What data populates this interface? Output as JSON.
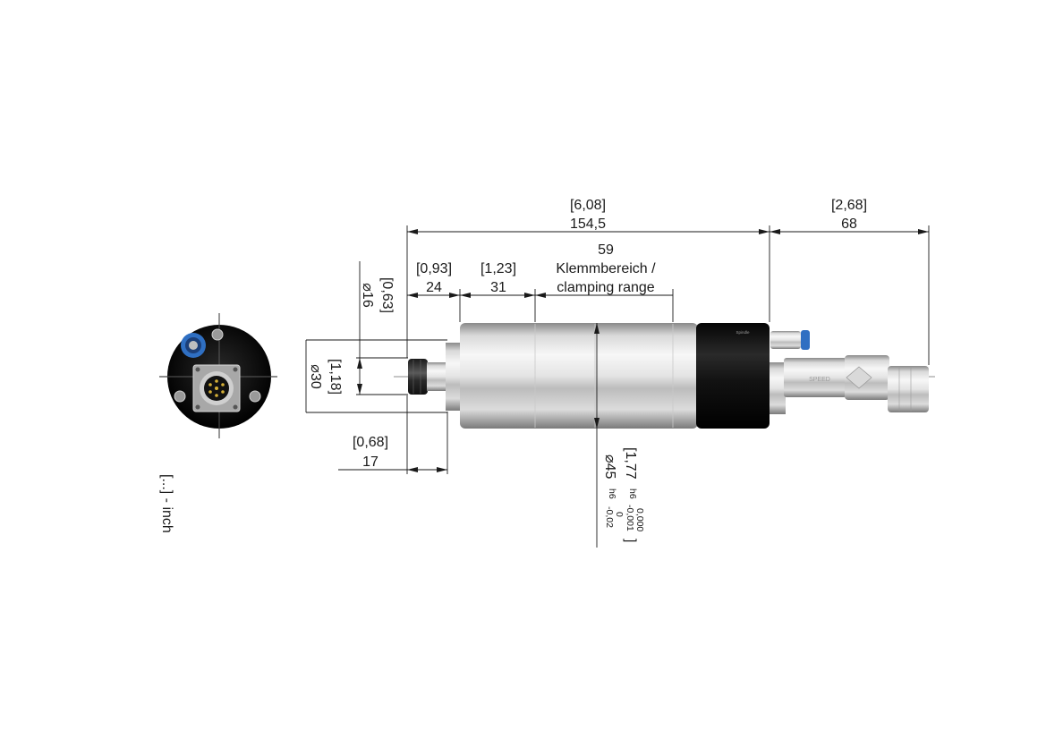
{
  "dimensions": {
    "overall_length": {
      "inch": "[6,08]",
      "mm": "154,5"
    },
    "connector_length": {
      "inch": "[2,68]",
      "mm": "68"
    },
    "nose_length": {
      "inch": "[0,93]",
      "mm": "24"
    },
    "collar_length": {
      "inch": "[1,23]",
      "mm": "31"
    },
    "clamping_range": {
      "mm": "59",
      "label_de": "Klemmbereich /",
      "label_en": "clamping range"
    },
    "collet_diameter": {
      "inch": "[0,63]",
      "mm": "⌀16"
    },
    "nose_diameter": {
      "inch": "[1,18]",
      "mm": "⌀30"
    },
    "front_offset": {
      "inch": "[0,68]",
      "mm": "17"
    },
    "body_diameter": {
      "inch": "[1,77",
      "inch_tol_tag": "h6",
      "inch_tol_upper": "0,000",
      "inch_tol_lower": "-0,001",
      "inch_close": "]",
      "mm": "⌀45",
      "mm_tol_tag": "h6",
      "mm_tol_upper": "0",
      "mm_tol_lower": "-0,02"
    }
  },
  "legend": {
    "unit_note": "[...] - inch"
  },
  "colors": {
    "line": "#1a1a1a",
    "steel_light": "#f2f2f2",
    "steel_mid": "#bdbdbd",
    "steel_dark": "#7d7d7d",
    "housing_black": "#141414",
    "fitting_blue": "#2f6fc2"
  }
}
